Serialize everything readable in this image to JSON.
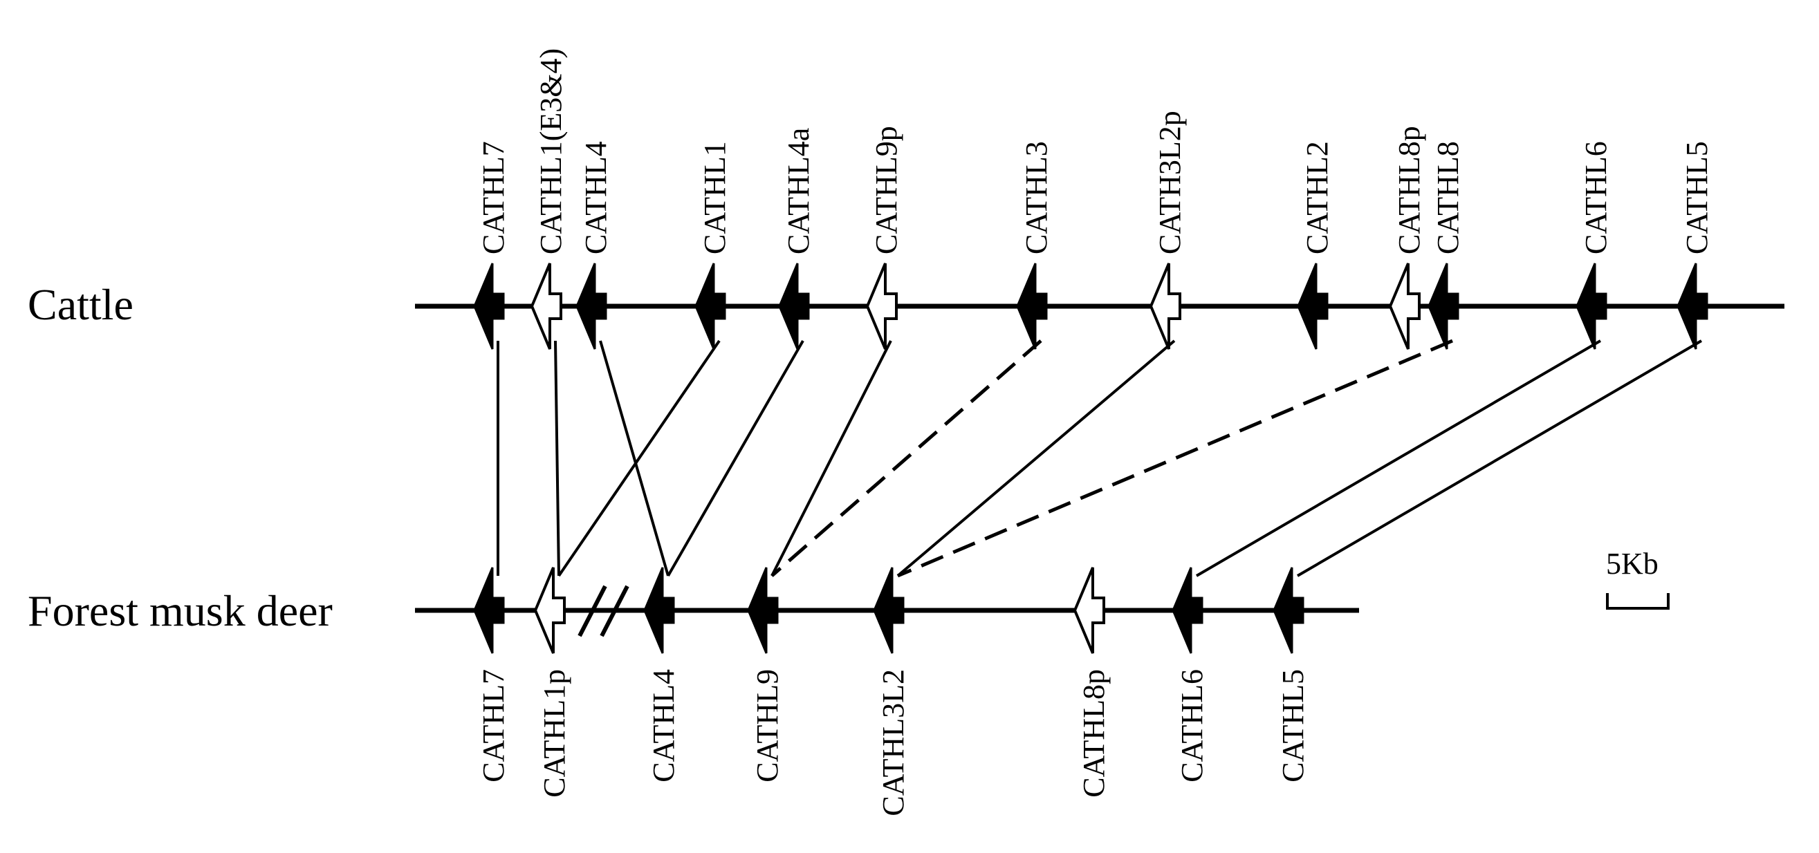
{
  "species": {
    "top": "Cattle",
    "bottom": "Forest musk deer"
  },
  "scale": {
    "label": "5Kb"
  },
  "genes_top": [
    {
      "id": "t_cathl7",
      "label": "CATHL7",
      "type": "pseudo_no",
      "filled": true
    },
    {
      "id": "t_cathl1e",
      "label": "CATHL1(E3&4)",
      "filled": false
    },
    {
      "id": "t_cathl4",
      "label": "CATHL4",
      "filled": true
    },
    {
      "id": "t_cathl1",
      "label": "CATHL1",
      "filled": true
    },
    {
      "id": "t_cathl4a",
      "label": "CATHL4a",
      "filled": true
    },
    {
      "id": "t_cathl9p",
      "label": "CATHL9p",
      "filled": false
    },
    {
      "id": "t_cathl3",
      "label": "CATHL3",
      "filled": true
    },
    {
      "id": "t_cath3l2p",
      "label": "CATH3L2p",
      "filled": false
    },
    {
      "id": "t_cathl2",
      "label": "CATHL2",
      "filled": true
    },
    {
      "id": "t_cathl8p",
      "label": "CATHL8p",
      "filled": false
    },
    {
      "id": "t_cathl8",
      "label": "CATHL8",
      "filled": true
    },
    {
      "id": "t_cathl6",
      "label": "CATHL6",
      "filled": true
    },
    {
      "id": "t_cathl5",
      "label": "CATHL5",
      "filled": true
    }
  ],
  "genes_bottom": [
    {
      "id": "b_cathl7",
      "label": "CATHL7",
      "filled": true
    },
    {
      "id": "b_cathl1p",
      "label": "CATHL1p",
      "filled": false
    },
    {
      "id": "b_cathl4",
      "label": "CATHL4",
      "filled": true
    },
    {
      "id": "b_cathl9",
      "label": "CATHL9",
      "filled": true
    },
    {
      "id": "b_cathl3l2",
      "label": "CATHL3L2",
      "filled": true
    },
    {
      "id": "b_cathl8p",
      "label": "CATHL8p",
      "filled": false
    },
    {
      "id": "b_cathl6",
      "label": "CATHL6",
      "filled": true
    },
    {
      "id": "b_cathl5",
      "label": "CATHL5",
      "filled": true
    }
  ],
  "links": [
    {
      "from": "t_cathl7",
      "to": "b_cathl7",
      "style": "solid"
    },
    {
      "from": "t_cathl1e",
      "to": "b_cathl1p",
      "style": "solid"
    },
    {
      "from": "t_cathl4",
      "to": "b_cathl4",
      "style": "solid"
    },
    {
      "from": "t_cathl1",
      "to": "b_cathl1p",
      "style": "solid"
    },
    {
      "from": "t_cathl4a",
      "to": "b_cathl4",
      "style": "solid"
    },
    {
      "from": "t_cathl9p",
      "to": "b_cathl9",
      "style": "solid"
    },
    {
      "from": "t_cathl3",
      "to": "b_cathl9",
      "style": "dashed"
    },
    {
      "from": "t_cath3l2p",
      "to": "b_cathl3l2",
      "style": "solid"
    },
    {
      "from": "t_cathl8",
      "to": "b_cathl3l2",
      "style": "dashed"
    },
    {
      "from": "t_cathl6",
      "to": "b_cathl6",
      "style": "solid"
    },
    {
      "from": "t_cathl5",
      "to": "b_cathl5",
      "style": "solid"
    }
  ]
}
